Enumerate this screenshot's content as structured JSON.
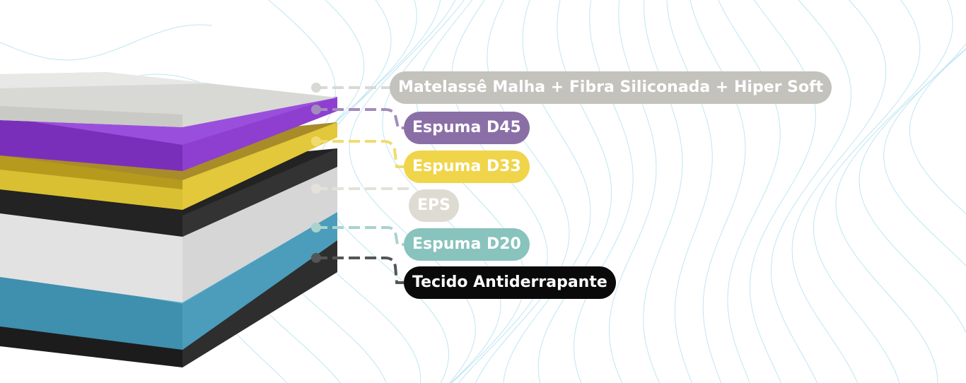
{
  "layers": [
    {
      "label": "Matelassê Malha + Fibra Siliconada + Hiper Soft",
      "pill_color": "#c4c2bd",
      "line_color": "#d9d8d4"
    },
    {
      "label": "Espuma D45",
      "pill_color": "#8a6fa7",
      "line_color": "#a48bbd"
    },
    {
      "label": "Espuma D33",
      "pill_color": "#f0d54a",
      "line_color": "#f0dc6e"
    },
    {
      "label": "EPS",
      "pill_color": "#dedbd2",
      "line_color": "#e3e1da"
    },
    {
      "label": "Espuma D20",
      "pill_color": "#88c3bd",
      "line_color": "#a9d3cf"
    },
    {
      "label": "Tecido Antiderrapante",
      "pill_color": "#0a0a0a",
      "line_color": "#555555"
    }
  ],
  "colors": {
    "background": "#ffffff",
    "contour_lines": "#bfe6f3",
    "matelasse": "#d6d6d3",
    "purple_foam": "#8e3fd0",
    "yellow_foam": "#e2c83a",
    "black_layer": "#2b2b2b",
    "white_layer": "#e6e6e6",
    "blue_foam": "#4fa3c0"
  }
}
